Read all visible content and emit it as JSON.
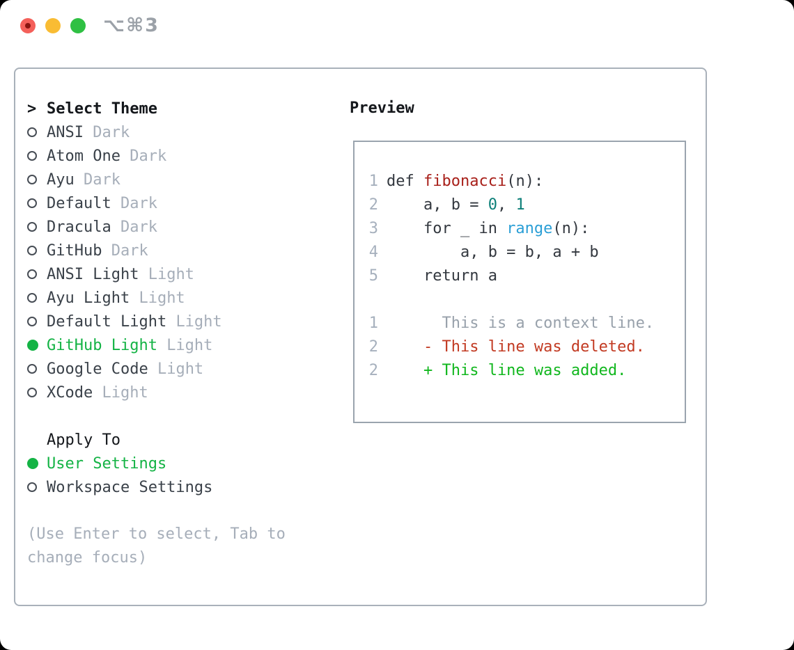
{
  "window": {
    "title_shortcut": "⌥⌘3"
  },
  "colors": {
    "selection_green": "#14b345",
    "added_green": "#11b71e",
    "deleted_red": "#c23a22",
    "function_red": "#a8201a",
    "number_teal": "#0c7f78",
    "builtin_blue": "#2b9fd6",
    "muted_gray": "#a6aeb9",
    "text_gray": "#3a4149"
  },
  "theme_picker": {
    "header_prefix": ">",
    "header": "Select Theme",
    "items": [
      {
        "name": "ANSI",
        "variant": "Dark",
        "selected": false
      },
      {
        "name": "Atom One",
        "variant": "Dark",
        "selected": false
      },
      {
        "name": "Ayu",
        "variant": "Dark",
        "selected": false
      },
      {
        "name": "Default",
        "variant": "Dark",
        "selected": false
      },
      {
        "name": "Dracula",
        "variant": "Dark",
        "selected": false
      },
      {
        "name": "GitHub",
        "variant": "Dark",
        "selected": false
      },
      {
        "name": "ANSI Light",
        "variant": "Light",
        "selected": false
      },
      {
        "name": "Ayu Light",
        "variant": "Light",
        "selected": false
      },
      {
        "name": "Default Light",
        "variant": "Light",
        "selected": false
      },
      {
        "name": "GitHub Light",
        "variant": "Light",
        "selected": true
      },
      {
        "name": "Google Code",
        "variant": "Light",
        "selected": false
      },
      {
        "name": "XCode",
        "variant": "Light",
        "selected": false
      }
    ]
  },
  "apply_to": {
    "header": "Apply To",
    "options": [
      {
        "label": "User Settings",
        "selected": true
      },
      {
        "label": "Workspace Settings",
        "selected": false
      }
    ]
  },
  "help_lines": [
    "(Use Enter to select, Tab to",
    "change focus)"
  ],
  "preview": {
    "header": "Preview",
    "code_lines": [
      {
        "num": "1",
        "segments": [
          {
            "text": "def ",
            "color": "code"
          },
          {
            "text": "fibonacci",
            "color": "function"
          },
          {
            "text": "(n):",
            "color": "code"
          }
        ]
      },
      {
        "num": "2",
        "segments": [
          {
            "text": "    a, b = ",
            "color": "code"
          },
          {
            "text": "0",
            "color": "number"
          },
          {
            "text": ", ",
            "color": "code"
          },
          {
            "text": "1",
            "color": "number"
          }
        ]
      },
      {
        "num": "3",
        "segments": [
          {
            "text": "    for _ in ",
            "color": "code"
          },
          {
            "text": "range",
            "color": "builtin"
          },
          {
            "text": "(n):",
            "color": "code"
          }
        ]
      },
      {
        "num": "4",
        "segments": [
          {
            "text": "        a, b = b, a + b",
            "color": "code"
          }
        ]
      },
      {
        "num": "5",
        "segments": [
          {
            "text": "    return a",
            "color": "code"
          }
        ]
      }
    ],
    "diff_lines": [
      {
        "num": "1",
        "segments": [
          {
            "text": "      This is a context line.",
            "color": "context"
          }
        ]
      },
      {
        "num": "2",
        "segments": [
          {
            "text": "    - This line was deleted.",
            "color": "deleted"
          }
        ]
      },
      {
        "num": "2",
        "segments": [
          {
            "text": "    + This line was added.",
            "color": "added"
          }
        ]
      }
    ]
  }
}
